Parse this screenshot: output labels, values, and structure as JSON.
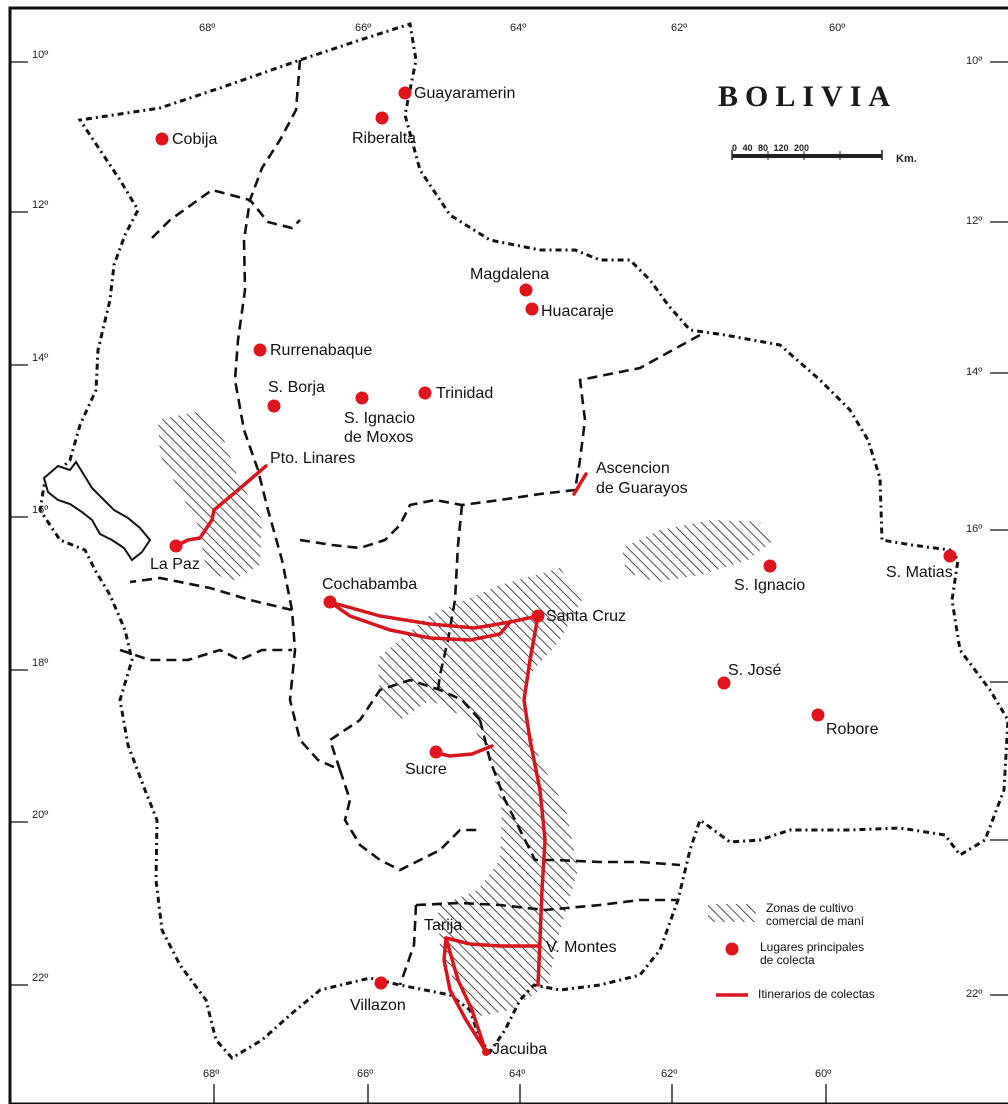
{
  "title": "BOLIVIA",
  "scale": {
    "labels": "0 40 80 120 200",
    "unit": "Km."
  },
  "colors": {
    "place": "#e0141c",
    "route": "#d8141c",
    "border": "#111111",
    "hatch": "#222222"
  },
  "ticks": {
    "top": [
      "68º",
      "66º",
      "64º",
      "62º",
      "60º"
    ],
    "bottom": [
      "68º",
      "66º",
      "64º",
      "62º",
      "60º"
    ],
    "left": [
      "10º",
      "12º",
      "14º",
      "16º",
      "18º",
      "20º",
      "22º"
    ],
    "right": [
      "10º",
      "12º",
      "14º",
      "16º",
      "22º"
    ]
  },
  "places": [
    "Guayaramerin",
    "Riberalta",
    "Cobija",
    "Magdalena",
    "Huacaraje",
    "Rurrenabaque",
    "S. Borja",
    "S. Ignacio",
    "de Moxos",
    "Trinidad",
    "Pto. Linares",
    "Ascencion",
    "de Guarayos",
    "La Paz",
    "Cochabamba",
    "Santa Cruz",
    "S. Ignacio",
    "S. Matias",
    "S. José",
    "Robore",
    "Sucre",
    "Tarija",
    "V. Montes",
    "Villazon",
    "Jacuiba"
  ],
  "legend": {
    "hatch_1": "Zonas de cultivo",
    "hatch_2": "comercial de maní",
    "dot_1": "Lugares principales",
    "dot_2": "de colecta",
    "line": "Itinerarios de colectas"
  }
}
